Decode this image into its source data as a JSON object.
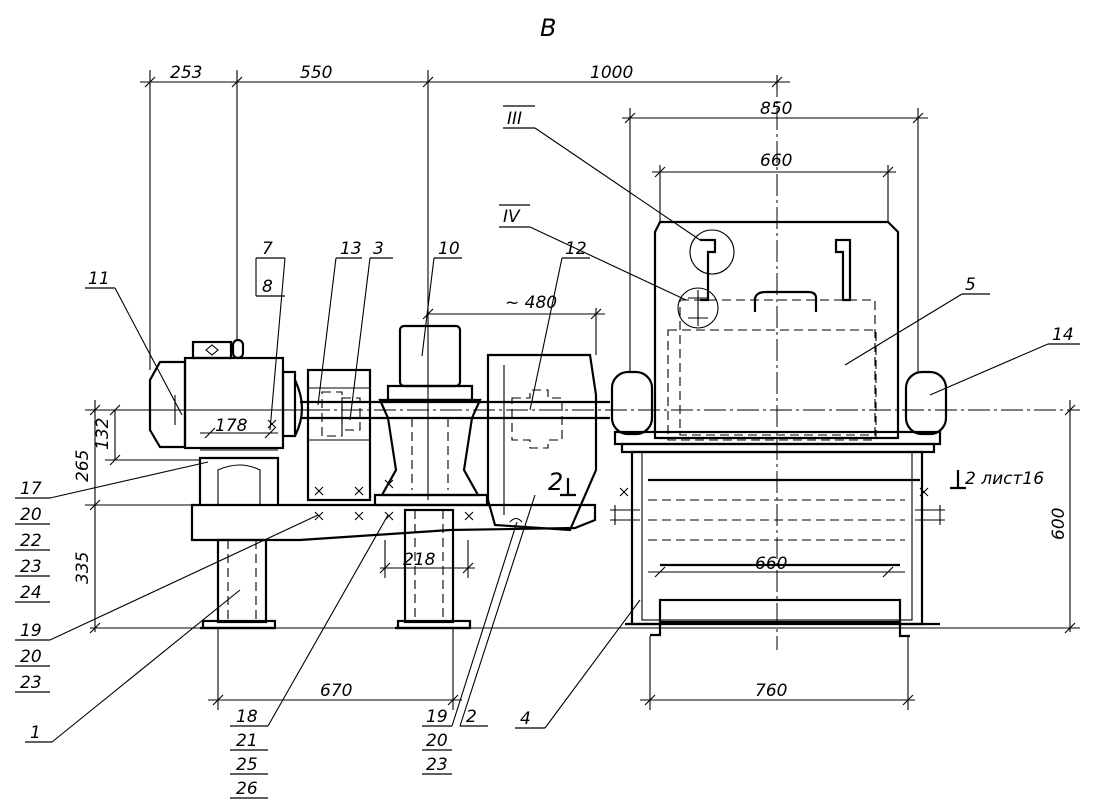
{
  "view_label": "В",
  "dimensions": {
    "d253": "253",
    "d550": "550",
    "d1000": "1000",
    "d850": "850",
    "d660_top": "660",
    "d480": "~ 480",
    "d178": "178",
    "d132": "132",
    "d265": "265",
    "d335": "335",
    "d218": "218",
    "d660_bottom": "660",
    "d670": "670",
    "d760": "760",
    "d600": "600"
  },
  "detail_refs": {
    "iii": "III",
    "iv": "IV"
  },
  "section_mark": {
    "number": "2",
    "sheet_ref": "2 лист16"
  },
  "callouts": {
    "c11": "11",
    "c7": "7",
    "c8": "8",
    "c13": "13",
    "c3": "3",
    "c10": "10",
    "c12": "12",
    "c5": "5",
    "c14": "14",
    "c1": "1",
    "c2": "2",
    "c4": "4",
    "c17": "17",
    "c20a": "20",
    "c22": "22",
    "c23a": "23",
    "c24": "24",
    "c19a": "19",
    "c20b": "20",
    "c23b": "23",
    "c18": "18",
    "c21": "21",
    "c25": "25",
    "c26": "26",
    "c19b": "19",
    "c20c": "20",
    "c23c": "23"
  }
}
